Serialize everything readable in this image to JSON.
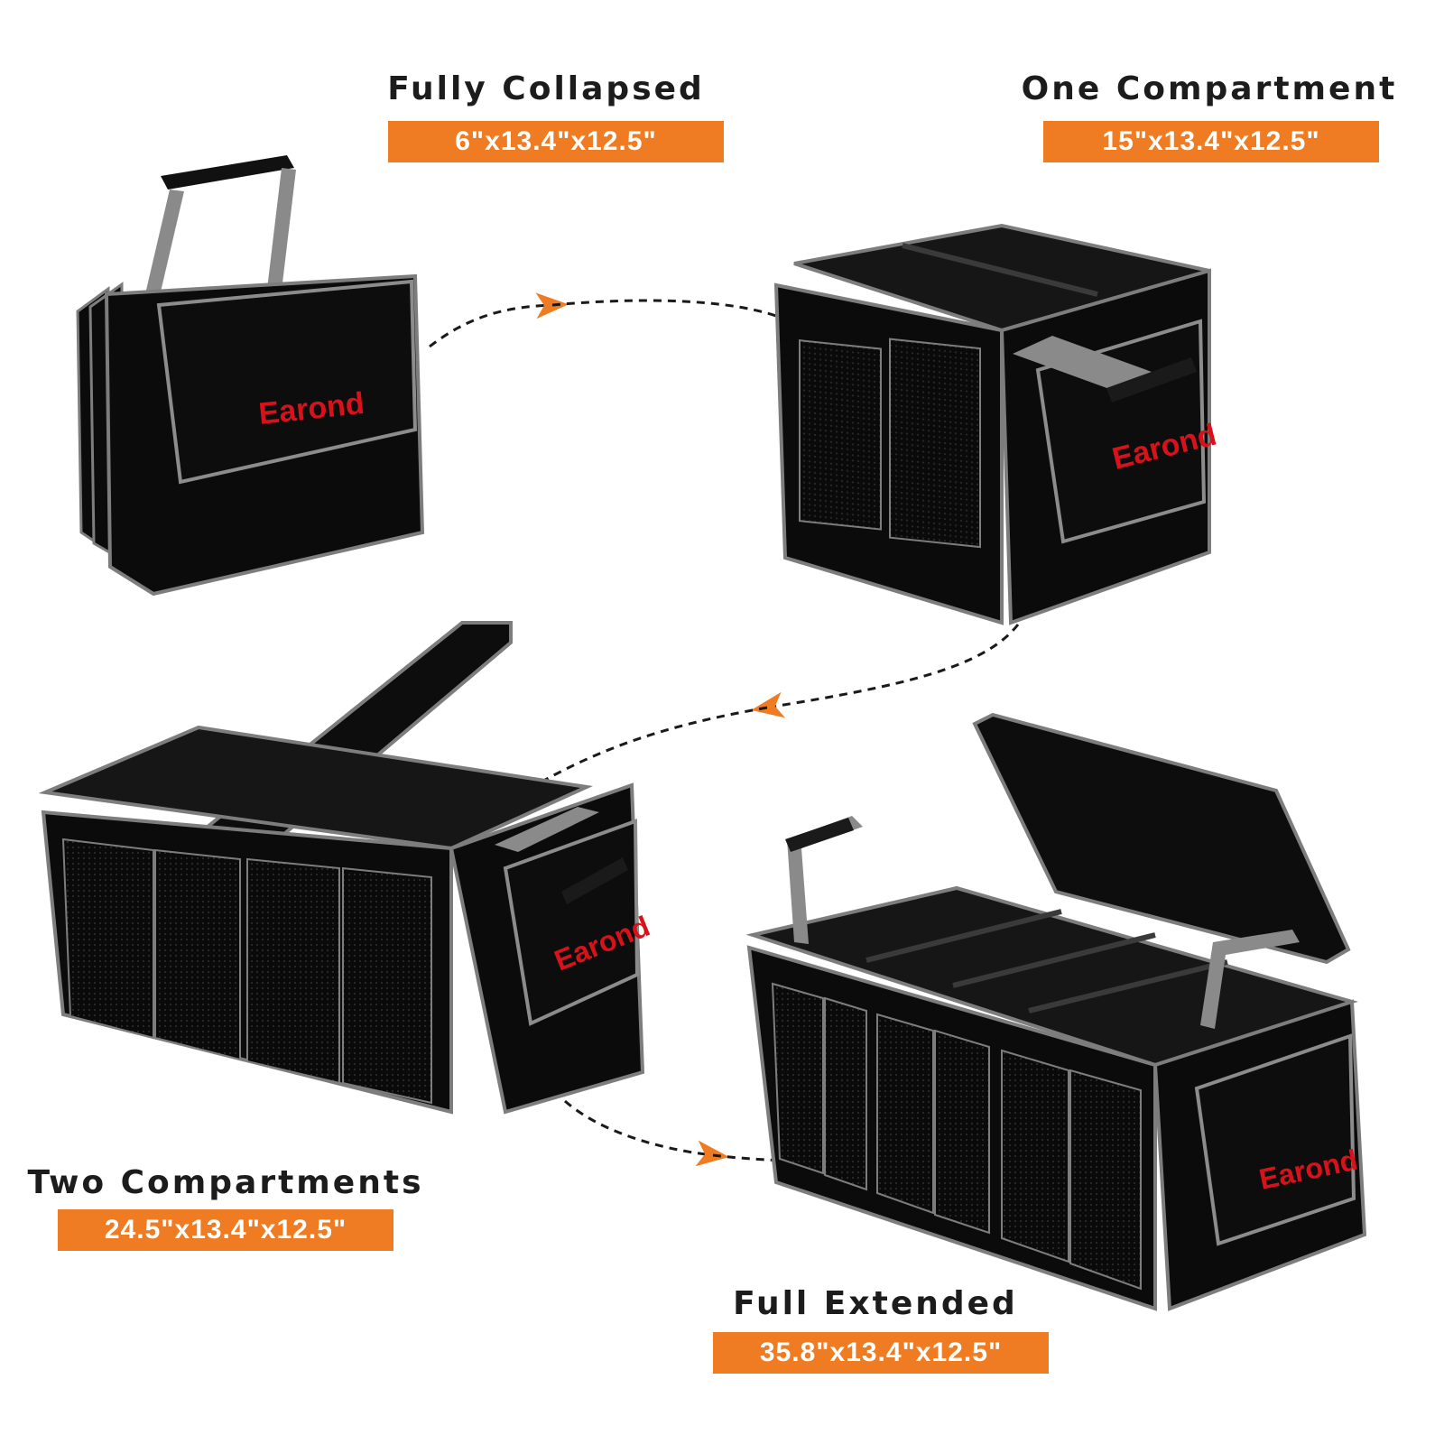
{
  "theme": {
    "accent_orange": "#ef7c22",
    "bag_black": "#0b0b0b",
    "trim_gray": "#7d7d7d",
    "brand_red": "#d8121b",
    "title_text": "#1c1c1c"
  },
  "brand": "Earond",
  "modes": [
    {
      "title": "Fully Collapsed",
      "dimensions": "6\"x13.4\"x12.5\""
    },
    {
      "title": "One Compartment",
      "dimensions": "15\"x13.4\"x12.5\""
    },
    {
      "title": "Two Compartments",
      "dimensions": "24.5\"x13.4\"x12.5\""
    },
    {
      "title": "Full Extended",
      "dimensions": "35.8\"x13.4\"x12.5\""
    }
  ],
  "icons": [
    "dashed-arrow-icon"
  ]
}
